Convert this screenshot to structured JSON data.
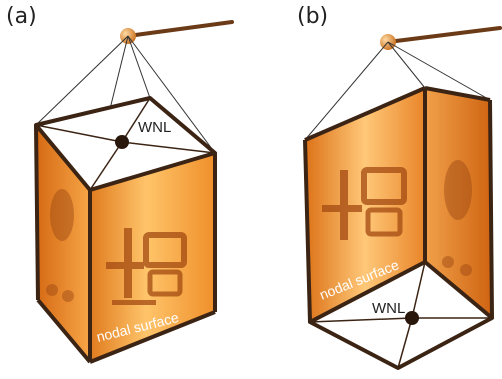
{
  "panels": [
    {
      "label": "(a)",
      "wnl_text": "WNL",
      "surface_text": "nodal surface"
    },
    {
      "label": "(b)",
      "wnl_text": "WNL",
      "surface_text": "nodal surface"
    }
  ],
  "colors": {
    "frame": "#3b2414",
    "panel_light": "#ffd58a",
    "panel_mid": "#f5a23a",
    "panel_dark": "#c9620f",
    "glyph": "#a34a12",
    "knob": "#e7a14a",
    "handle": "#6b3a17"
  }
}
